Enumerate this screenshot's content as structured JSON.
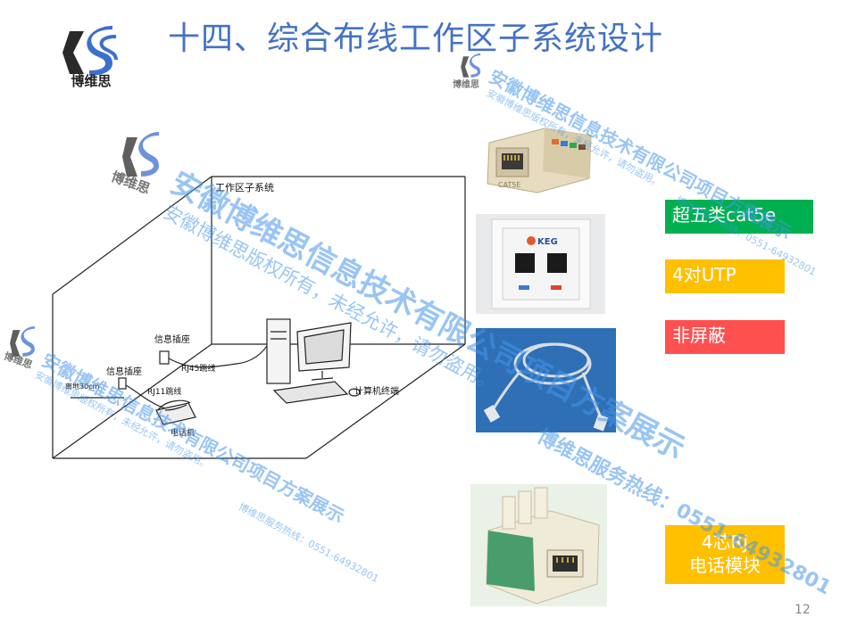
{
  "slide": {
    "title": "十四、综合布线工作区子系统设计",
    "page_number": "12"
  },
  "logo": {
    "text": "博维思"
  },
  "tags": {
    "cable_category": "超五类cat5e",
    "pairs": "4对UTP",
    "shielding": "非屏蔽",
    "phone_module_line1": "4芯RJ",
    "phone_module_line2": "电话模块"
  },
  "diagram": {
    "title": "工作区子系统",
    "labels": {
      "outlet_upper": "信息插座",
      "rj45": "RJ45跳线",
      "computer": "计算机终端",
      "outlet_lower": "信息插座",
      "height": "离地30cm",
      "rj11": "RJ11跳线",
      "phone": "电话机"
    }
  },
  "faceplate": {
    "brand": "KEG"
  },
  "keystone": {
    "mark": "CAT5E"
  },
  "watermark": {
    "logo_text": "博维思",
    "company": "安徽博维思信息技术有限公司项目方案展示",
    "copyright": "安徽博维思版权所有，未经允许，请勿盗用。",
    "hotline": "博维思服务热线：0551-64932801"
  },
  "colors": {
    "title": "#4472C4",
    "green_tag": "#00B050",
    "yellow_tag": "#FFC000",
    "red_tag": "#FF5050",
    "watermark": "#4696EB"
  }
}
